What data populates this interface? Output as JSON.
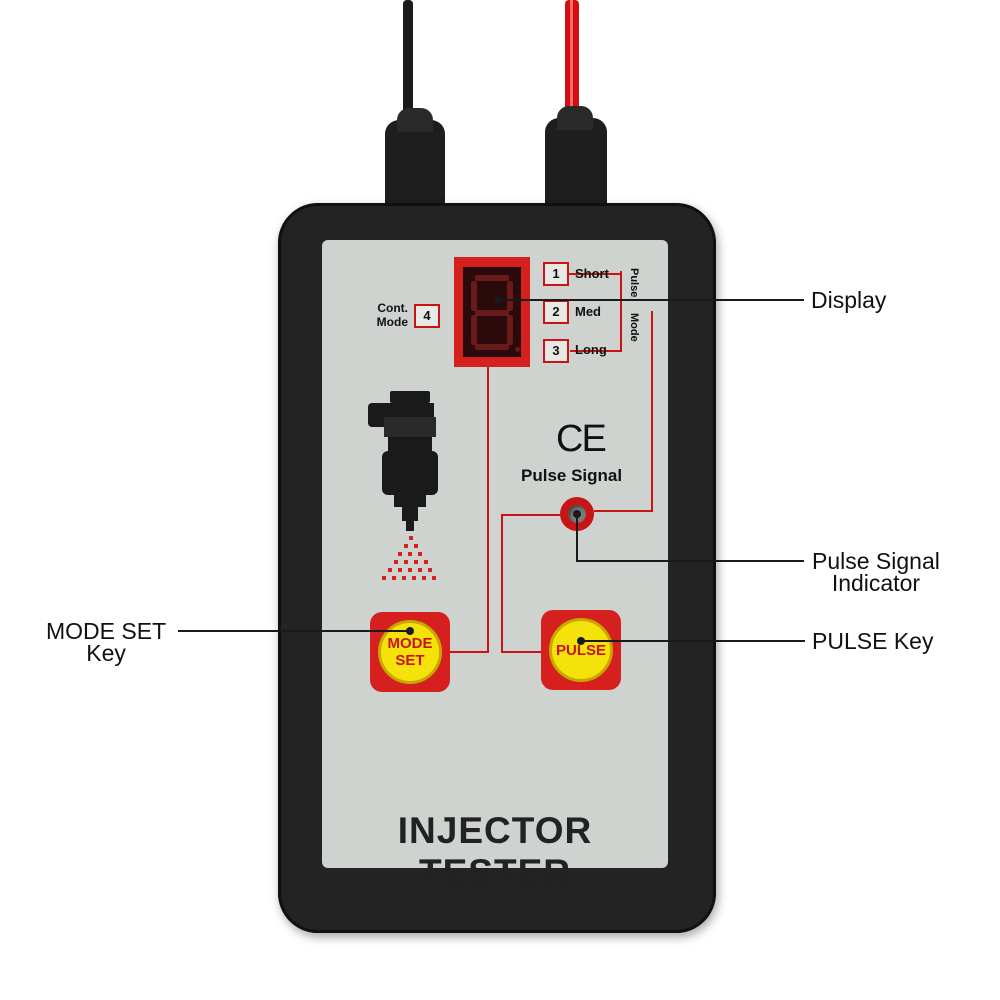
{
  "device": {
    "title": "INJECTOR TESTER",
    "ce_mark": "CE",
    "pulse_signal_label": "Pulse Signal",
    "cont_mode": {
      "line1": "Cont.",
      "line2": "Mode",
      "number": "4"
    },
    "modes": [
      {
        "number": "1",
        "label": "Short"
      },
      {
        "number": "2",
        "label": "Med"
      },
      {
        "number": "3",
        "label": "Long"
      }
    ],
    "pulse_mode_vertical": {
      "top": "Pulse",
      "bottom": "Mode"
    },
    "mode_set_key": {
      "line1": "MODE",
      "line2": "SET"
    },
    "pulse_key": "PULSE"
  },
  "callouts": {
    "display": "Display",
    "pulse_signal_indicator": {
      "line1": "Pulse Signal",
      "line2": "Indicator"
    },
    "pulse_key": "PULSE Key",
    "mode_set_key": {
      "line1": "MODE SET",
      "line2": "Key"
    }
  },
  "colors": {
    "panel": "#cfd3cf",
    "accent_red": "#d62020",
    "button_yellow": "#f5e20a",
    "housing": "#232323"
  }
}
